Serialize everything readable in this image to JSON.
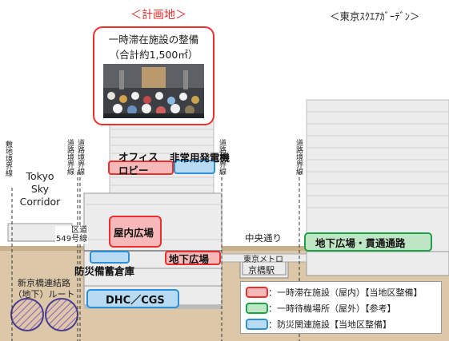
{
  "header": {
    "plan_site": "＜計画地＞",
    "neighbor": "＜東京ｽｸｴｱｶﾞｰﾃﾞﾝ＞"
  },
  "callout": {
    "title": "一時滞在施設の整備",
    "subtitle": "（合計約1,500㎡）"
  },
  "boundaries": {
    "site": "敷地境界線",
    "road1": "道路境界線",
    "road2": "道路境界線",
    "road3": "道路境界線",
    "road4": "道路境界線"
  },
  "corridor": "Tokyo\nSky\nCorridor",
  "road_label": {
    "line1": "区道",
    "line2": "549号線"
  },
  "facilities": {
    "office_lobby": "オフィス\nロビー",
    "generator": "非常用発電機",
    "indoor_plaza": "屋内広場",
    "disaster_storage": "防災備蓄倉庫",
    "underground_plaza": "地下広場",
    "dhc": "DHC／CGS",
    "underground_passage": "地下広場・貫通通路"
  },
  "street": {
    "chuo_dori": "中央通り",
    "metro": "東京メトロ",
    "station": "京橋駅"
  },
  "tunnel": "新京橋連結路\n（地下）ルート",
  "legend": [
    {
      "text": "：一時滞在施設（屋内）【当地区整備】",
      "color": "#e8302f"
    },
    {
      "text": "：一時待機場所（屋外）【参考】",
      "color": "#1da24a"
    },
    {
      "text": "：防災関連施設【当地区整備】",
      "color": "#2e8fd6"
    }
  ],
  "colors": {
    "red": "#e8302f",
    "green": "#1da24a",
    "blue": "#2e8fd6",
    "fill_red": "#f6b8b8",
    "fill_green": "#bfe6c4",
    "fill_blue": "#b6dbf3",
    "ground": "#d8c3a5"
  }
}
